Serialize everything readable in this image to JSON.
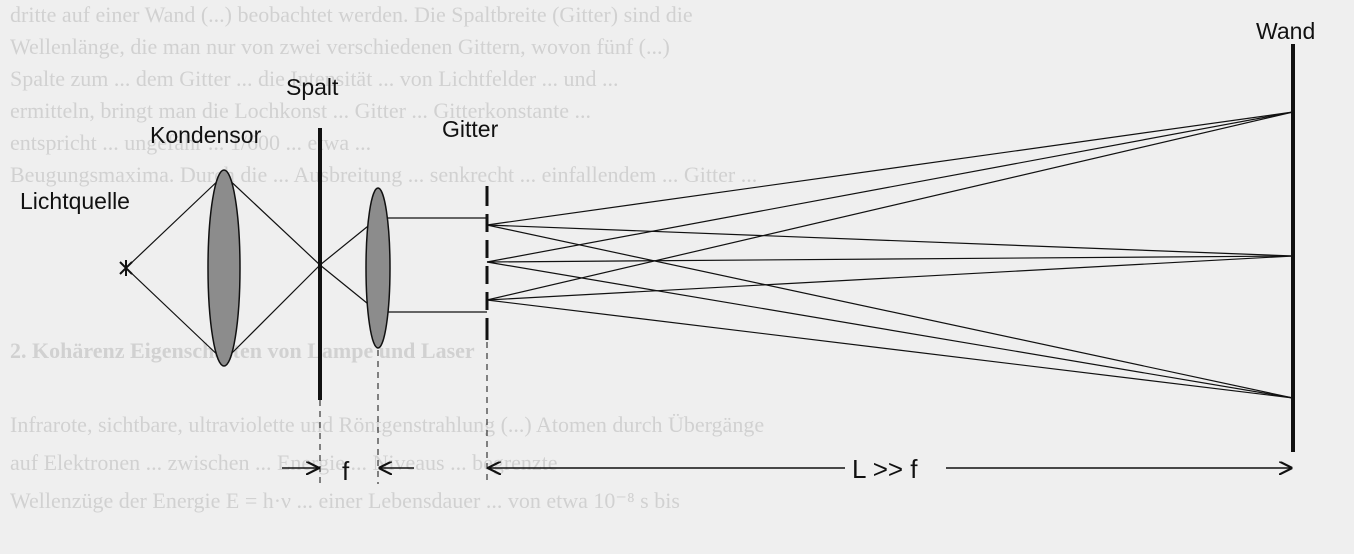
{
  "labels": {
    "light_source": "Lichtquelle",
    "condenser": "Kondensor",
    "slit": "Spalt",
    "grating": "Gitter",
    "wall": "Wand",
    "focal_length": "f",
    "distance": "L >> f"
  },
  "background_text": {
    "top_lines": [
      "dritte auf einer Wand (...) beobachtet werden. Die Spaltbreite (Gitter) sind die",
      "Wellenlänge, die man nur von zwei verschiedenen Gittern, wovon fünf (...)",
      "Spalte zum ... dem Gitter ... die Intensität ... von Lichtfelder ... und ...",
      "ermitteln, bringt man die Lochkonst ... Gitter ... Gitterkonstante ...",
      "entspricht ... ungefähr ... 1/600 ... etwa ...",
      "Beugungsmaxima. Durch die ... Ausbreitung ... senkrecht ... einfallendem ... Gitter ..."
    ],
    "heading": "2. Kohärenz Eigenschaften von Lampe und Laser",
    "bottom_lines": [
      "Infrarote, sichtbare, ultraviolette und Röntgenstrahlung (...) Atomen durch Übergänge",
      "auf Elektronen ... zwischen ... Energie ... Niveaus ... begrenzte",
      "Wellenzüge der Energie E = h·ν ... einer Lebensdauer ... von etwa 10⁻⁸ s bis"
    ]
  },
  "colors": {
    "background": "#efefef",
    "lens_fill": "#8c8c8c",
    "ink": "#111111"
  }
}
